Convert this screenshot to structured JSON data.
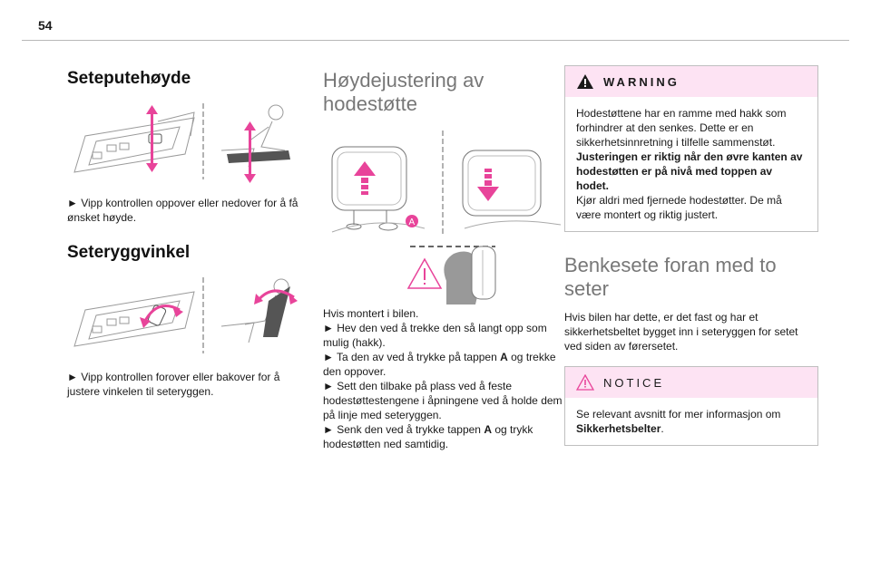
{
  "page": {
    "number": "54"
  },
  "col1": {
    "heading_height": "Seteputehøyde",
    "text_height": "► Vipp kontrollen oppover eller nedover for å få ønsket høyde.",
    "heading_angle": "Seteryggvinkel",
    "text_angle": "► Vipp kontrollen forover eller bakover for å justere vinkelen til seteryggen."
  },
  "col2": {
    "heading": "Høydejustering av hodestøtte",
    "label_a": "A",
    "intro": "Hvis montert i bilen.",
    "step1": "► Hev den ved å trekke den så langt opp som mulig (hakk).",
    "step2_pre": "► Ta den av ved å trykke på tappen ",
    "step2_key": "A",
    "step2_post": " og trekke den oppover.",
    "step3": "► Sett den tilbake på plass ved å feste hodestøttestengene i åpningene ved å holde dem på linje med seteryggen.",
    "step4_pre": "► Senk den ved å trykke tappen ",
    "step4_key": "A",
    "step4_post": " og trykk hodestøtten ned samtidig."
  },
  "warning": {
    "title": "WARNING",
    "text1": "Hodestøttene har en ramme med hakk som forhindrer at den senkes. Dette er en sikkerhetsinnretning i tilfelle sammenstøt.",
    "text_bold": "Justeringen er riktig når den øvre kanten av hodestøtten er på nivå med toppen av hodet.",
    "text2": "Kjør aldri med fjernede hodestøtter. De må være montert og riktig justert."
  },
  "col3": {
    "heading": "Benkesete foran med to seter",
    "text": "Hvis bilen har dette, er det fast og har et sikkerhetsbeltet bygget inn i seteryggen for setet ved siden av førersetet."
  },
  "notice": {
    "title": "NOTICE",
    "text_pre": "Se relevant avsnitt for mer informasjon om ",
    "text_bold": "Sikkerhetsbelter",
    "text_post": "."
  },
  "colors": {
    "accent": "#e8449a",
    "box_header": "#fde3f3",
    "warning_icon": "#1a1a1a",
    "notice_icon": "#e8449a"
  },
  "icons": {
    "warning": "warning-triangle-icon",
    "notice": "notice-triangle-icon"
  }
}
